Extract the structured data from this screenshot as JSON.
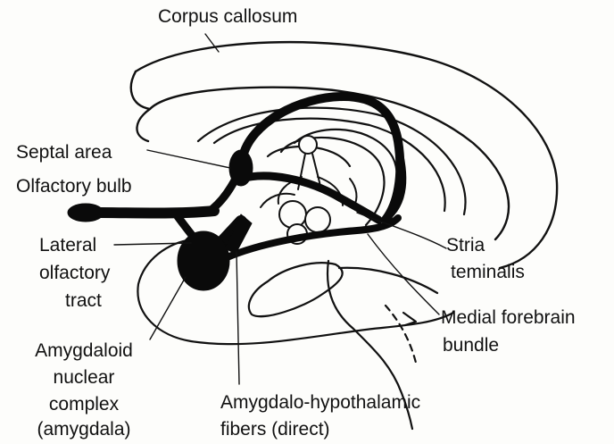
{
  "labels": {
    "corpus_callosum": "Corpus callosum",
    "septal_area": "Septal area",
    "olfactory_bulb": "Olfactory bulb",
    "lateral_olfactory_tract": [
      "Lateral",
      "olfactory",
      "tract"
    ],
    "stria_terminalis": [
      "Stria",
      "teminalis"
    ],
    "medial_forebrain_bundle": [
      "Medial forebrain",
      "bundle"
    ],
    "amygdaloid_nuclear_complex": [
      "Amygdaloid",
      "nuclear",
      "complex",
      "(amygdala)"
    ],
    "amygdalo_hypothalamic_fibers": [
      "Amygdalo-hypothalamic",
      "fibers (direct)"
    ]
  },
  "colors": {
    "ink": "#111111",
    "background": "#fdfdfb"
  }
}
